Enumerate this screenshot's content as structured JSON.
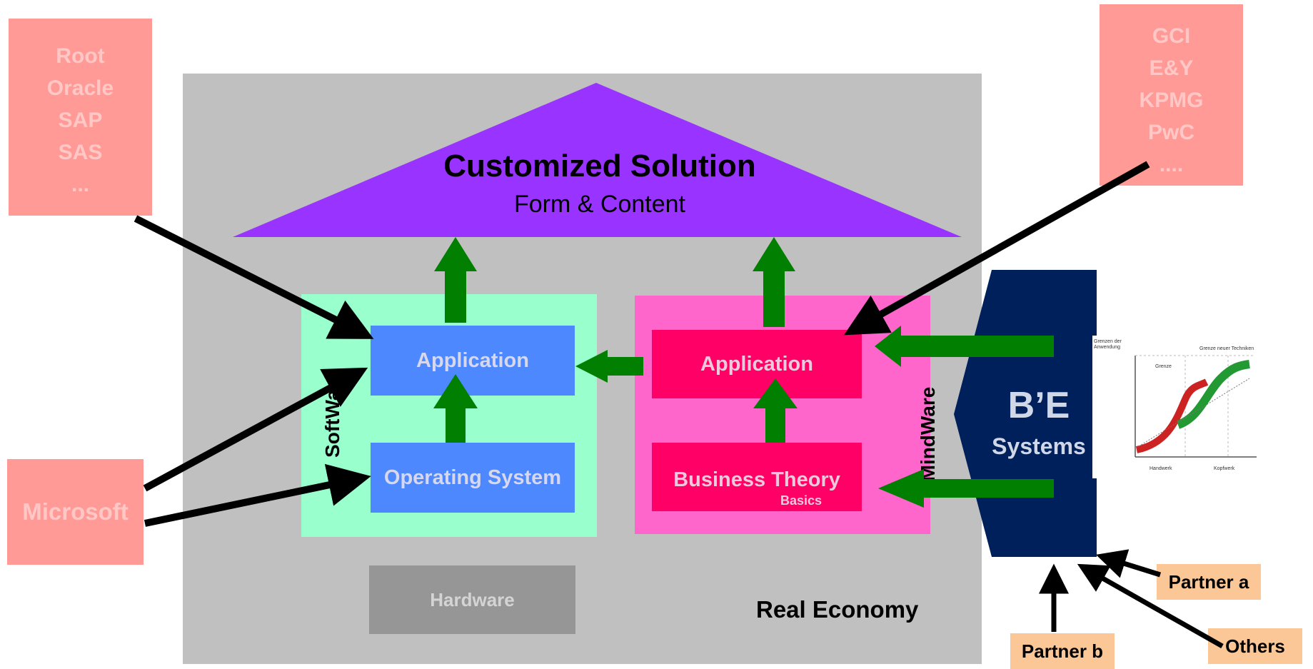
{
  "vendors_left": {
    "items": [
      "Root",
      "Oracle",
      "SAP",
      "SAS",
      "..."
    ]
  },
  "vendors_right": {
    "items": [
      "GCI",
      "E&Y",
      "KPMG",
      "PwC",
      "...."
    ]
  },
  "microsoft": {
    "label": "Microsoft"
  },
  "roof": {
    "title": "Customized Solution",
    "subtitle": "Form & Content"
  },
  "software": {
    "label": "SoftWare",
    "application": "Application",
    "operating_system": "Operating System"
  },
  "mindware": {
    "label": "MindWare",
    "application": "Application",
    "business_theory": "Business Theory",
    "business_theory_sub": "Basics"
  },
  "hardware": {
    "label": "Hardware"
  },
  "real_economy": {
    "label": "Real Economy"
  },
  "be_systems": {
    "title": "B’E",
    "subtitle": "Systems"
  },
  "partners": {
    "partner_a": "Partner a",
    "partner_b": "Partner b",
    "others": "Others"
  },
  "colors": {
    "house": "#c0c0c0",
    "roof": "#9933ff",
    "software_bg": "#99ffcc",
    "software_box": "#4d88ff",
    "mindware_bg": "#ff66cc",
    "mindware_box": "#ff0066",
    "hardware_box": "#969696",
    "be_systems": "#00205b",
    "vendor": "#ff9a96",
    "partner": "#fcc796",
    "arrow_green": "#007f00"
  }
}
